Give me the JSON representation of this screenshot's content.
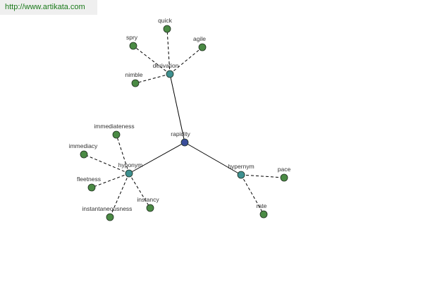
{
  "banner": {
    "url": "http://www.artikata.com"
  },
  "graph": {
    "colors": {
      "root": "#3a4e9a",
      "relation": "#3e9090",
      "leaf": "#4a8a44",
      "node_stroke": "#1e2e1e",
      "edge": "#000000",
      "label": "#333333"
    },
    "root": {
      "id": "rapidity",
      "label": "rapidity"
    },
    "relations": [
      {
        "id": "derivation",
        "label": "derivation",
        "terms": [
          "quick",
          "spry",
          "agile",
          "nimble"
        ]
      },
      {
        "id": "hyponym",
        "label": "hyponym",
        "terms": [
          "immediateness",
          "immediacy",
          "fleetness",
          "instantaneousness",
          "instancy"
        ]
      },
      {
        "id": "hypernym",
        "label": "hypernym",
        "terms": [
          "pace",
          "rate"
        ]
      }
    ]
  }
}
